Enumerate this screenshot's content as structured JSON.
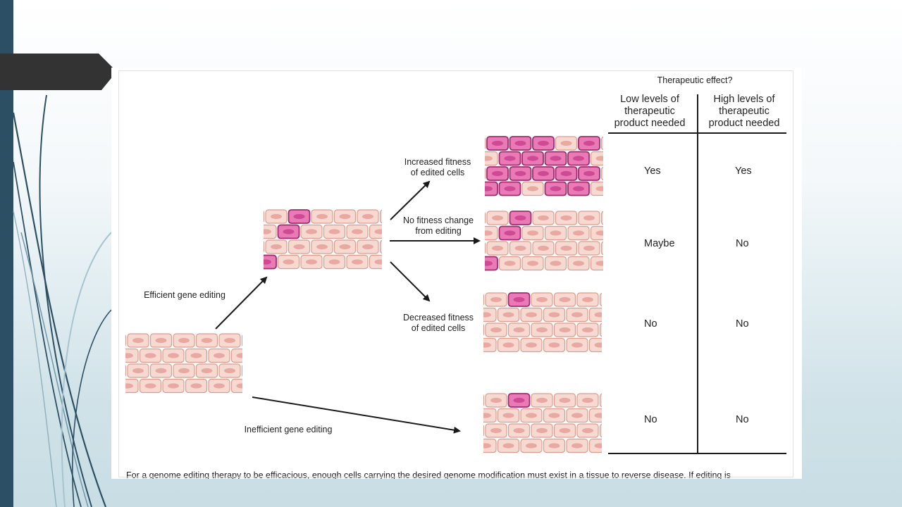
{
  "colors": {
    "sidebar": "#2d4f63",
    "tab": "#333333",
    "cell_normal_fill": "#f6d9d0",
    "cell_normal_stroke": "#de9c8e",
    "cell_normal_nucleus": "#e9a9a3",
    "cell_edited_fill": "#e97ab5",
    "cell_edited_stroke": "#9e2c6f",
    "cell_edited_nucleus": "#cf4a95"
  },
  "header": {
    "therapeutic_effect": "Therapeutic effect?",
    "col_low": [
      "Low levels of",
      "therapeutic",
      "product needed"
    ],
    "col_high": [
      "High levels of",
      "therapeutic",
      "product needed"
    ]
  },
  "paths": {
    "efficient": "Efficient gene editing",
    "inefficient": "Inefficient gene editing",
    "increased": [
      "Increased fitness",
      "of edited cells"
    ],
    "no_change": [
      "No fitness change",
      "from editing"
    ],
    "decreased": [
      "Decreased fitness",
      "of edited cells"
    ]
  },
  "table_rows": [
    {
      "low": "Yes",
      "high": "Yes"
    },
    {
      "low": "Maybe",
      "high": "No"
    },
    {
      "low": "No",
      "high": "No"
    },
    {
      "low": "No",
      "high": "No"
    }
  ],
  "caption": "For a genome editing therapy to be efficacious, enough cells carrying the desired genome modification must exist in a tissue to reverse disease. If editing is"
}
